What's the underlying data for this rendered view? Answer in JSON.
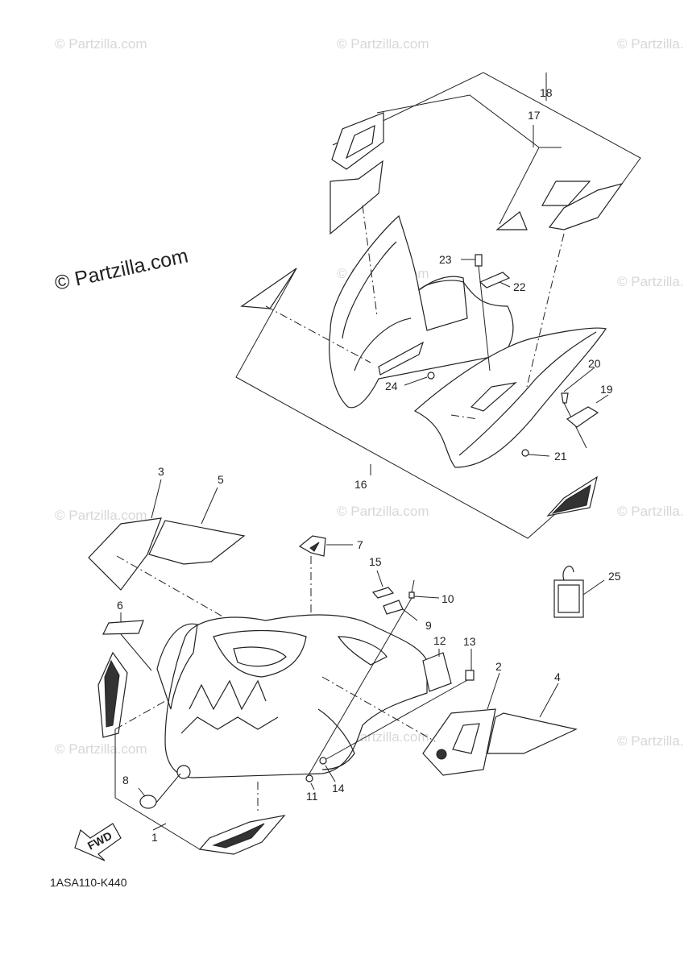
{
  "watermark": {
    "text": "© Partzilla.com",
    "main_text": "© Partzilla.com"
  },
  "diagram": {
    "code": "1ASA110-K440",
    "fwd_label": "FWD"
  },
  "callouts": [
    {
      "id": "c1",
      "label": "1"
    },
    {
      "id": "c2",
      "label": "2"
    },
    {
      "id": "c3",
      "label": "3"
    },
    {
      "id": "c4",
      "label": "4"
    },
    {
      "id": "c5",
      "label": "5"
    },
    {
      "id": "c6",
      "label": "6"
    },
    {
      "id": "c7",
      "label": "7"
    },
    {
      "id": "c8",
      "label": "8"
    },
    {
      "id": "c9",
      "label": "9"
    },
    {
      "id": "c10",
      "label": "10"
    },
    {
      "id": "c11",
      "label": "11"
    },
    {
      "id": "c12",
      "label": "12"
    },
    {
      "id": "c13",
      "label": "13"
    },
    {
      "id": "c14",
      "label": "14"
    },
    {
      "id": "c15",
      "label": "15"
    },
    {
      "id": "c16",
      "label": "16"
    },
    {
      "id": "c17",
      "label": "17"
    },
    {
      "id": "c18",
      "label": "18"
    },
    {
      "id": "c19",
      "label": "19"
    },
    {
      "id": "c20",
      "label": "20"
    },
    {
      "id": "c21",
      "label": "21"
    },
    {
      "id": "c22",
      "label": "22"
    },
    {
      "id": "c23",
      "label": "23"
    },
    {
      "id": "c24",
      "label": "24"
    },
    {
      "id": "c25",
      "label": "25"
    }
  ]
}
